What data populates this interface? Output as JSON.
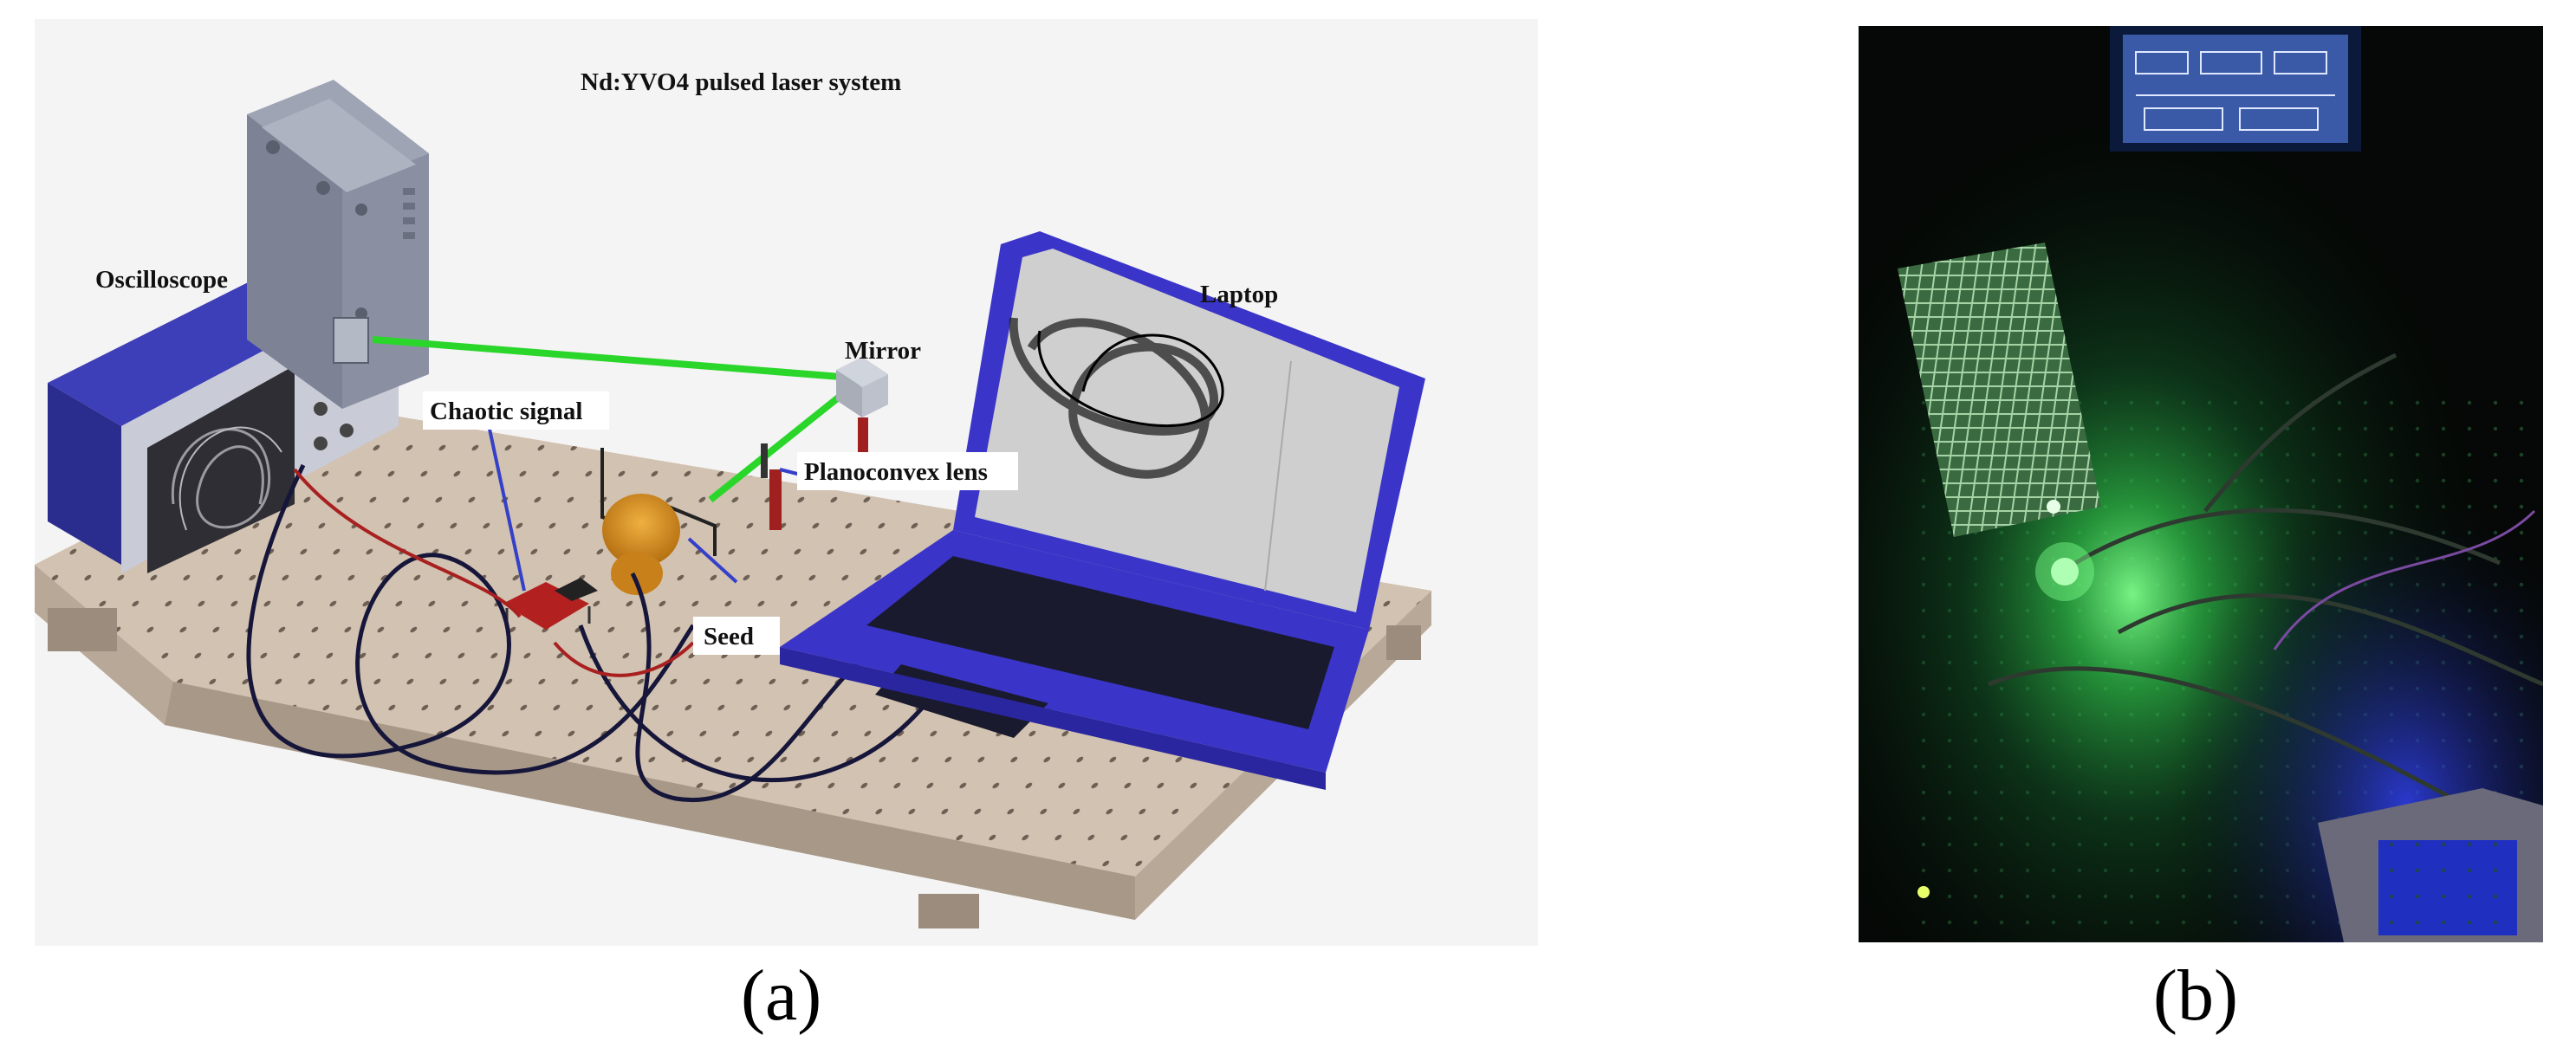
{
  "panel_a": {
    "labels": {
      "laser": "Nd:YVO4 pulsed laser system",
      "oscilloscope": "Oscilloscope",
      "laptop": "Laptop",
      "mirror": "Mirror",
      "chaotic": "Chaotic signal",
      "lens": "Planoconvex lens",
      "seed": "Seed"
    },
    "caption": "(a)"
  },
  "panel_b": {
    "caption": "(b)"
  },
  "colors": {
    "table_top": "#d2c2b1",
    "laser_beam": "#2bd62b",
    "laptop_blue": "#3a35c8",
    "scope_blue": "#3d3fb8",
    "photo_green": "#1f8f3a"
  }
}
